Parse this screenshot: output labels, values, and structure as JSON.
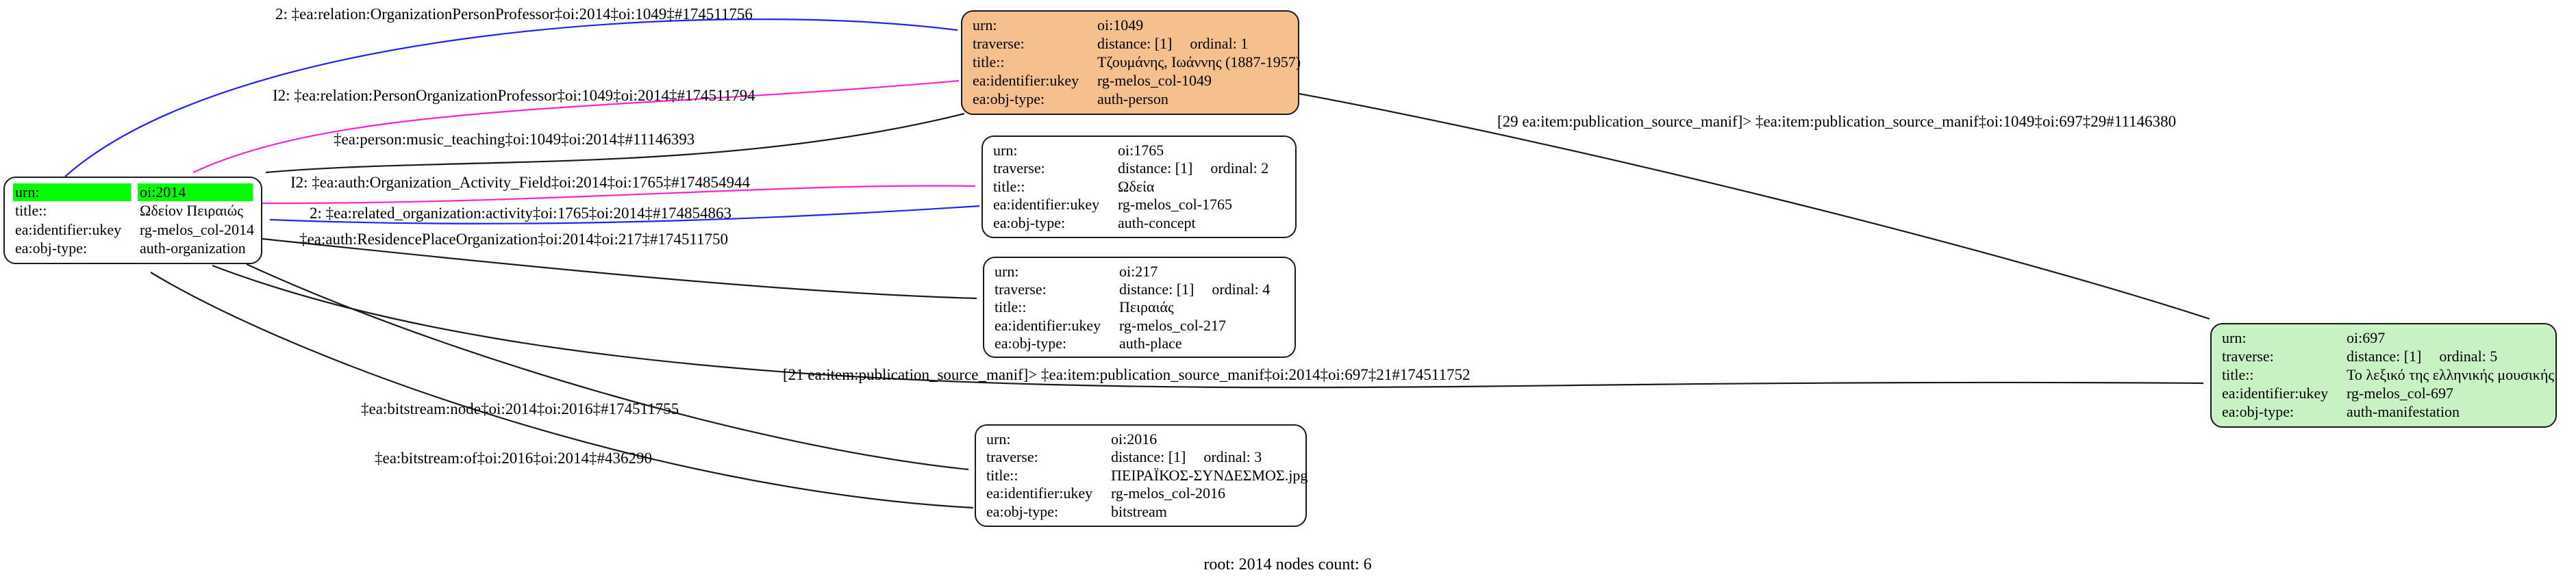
{
  "caption": "root: 2014 nodes count: 6",
  "colors": {
    "root_urn_highlight": "#00ff00",
    "person_node_fill": "#f6bf8e",
    "manifestation_node_fill": "#c9f2c4",
    "default_node_fill": "#ffffff",
    "edge_black": "#1a1a1a",
    "edge_blue": "#2222ff",
    "edge_magenta": "#ff22cc"
  },
  "nodes": {
    "oi2014": {
      "rows": [
        {
          "key": "urn:",
          "value": "oi:2014"
        },
        {
          "key": "title::",
          "value": "Ωδείον Πειραιώς"
        },
        {
          "key": "ea:identifier:ukey",
          "value": "rg-melos_col-2014"
        },
        {
          "key": "ea:obj-type:",
          "value": "auth-organization"
        }
      ]
    },
    "oi1049": {
      "rows": [
        {
          "key": "urn:",
          "value": "oi:1049"
        },
        {
          "key": "traverse:",
          "value": "distance: [1]",
          "value2": "ordinal: 1"
        },
        {
          "key": "title::",
          "value": "Τζουμάνης, Ιωάννης (1887-1957)"
        },
        {
          "key": "ea:identifier:ukey",
          "value": "rg-melos_col-1049"
        },
        {
          "key": "ea:obj-type:",
          "value": "auth-person"
        }
      ]
    },
    "oi1765": {
      "rows": [
        {
          "key": "urn:",
          "value": "oi:1765"
        },
        {
          "key": "traverse:",
          "value": "distance: [1]",
          "value2": "ordinal: 2"
        },
        {
          "key": "title::",
          "value": "Ωδεία"
        },
        {
          "key": "ea:identifier:ukey",
          "value": "rg-melos_col-1765"
        },
        {
          "key": "ea:obj-type:",
          "value": "auth-concept"
        }
      ]
    },
    "oi217": {
      "rows": [
        {
          "key": "urn:",
          "value": "oi:217"
        },
        {
          "key": "traverse:",
          "value": "distance: [1]",
          "value2": "ordinal: 4"
        },
        {
          "key": "title::",
          "value": "Πειραιάς"
        },
        {
          "key": "ea:identifier:ukey",
          "value": "rg-melos_col-217"
        },
        {
          "key": "ea:obj-type:",
          "value": "auth-place"
        }
      ]
    },
    "oi2016": {
      "rows": [
        {
          "key": "urn:",
          "value": "oi:2016"
        },
        {
          "key": "traverse:",
          "value": "distance: [1]",
          "value2": "ordinal: 3"
        },
        {
          "key": "title::",
          "value": "ΠΕΙΡΑΪΚΟΣ-ΣΥΝΔΕΣΜΟΣ.jpg"
        },
        {
          "key": "ea:identifier:ukey",
          "value": "rg-melos_col-2016"
        },
        {
          "key": "ea:obj-type:",
          "value": "bitstream"
        }
      ]
    },
    "oi697": {
      "rows": [
        {
          "key": "urn:",
          "value": "oi:697"
        },
        {
          "key": "traverse:",
          "value": "distance: [1]",
          "value2": "ordinal: 5"
        },
        {
          "key": "title::",
          "value": "Το λεξικό της ελληνικής μουσικής"
        },
        {
          "key": "ea:identifier:ukey",
          "value": "rg-melos_col-697"
        },
        {
          "key": "ea:obj-type:",
          "value": "auth-manifestation"
        }
      ]
    }
  },
  "edges": [
    {
      "label": "2: ‡ea:relation:OrganizationPersonProfessor‡oi:2014‡oi:1049‡#174511756",
      "from": "oi:2014",
      "to": "oi:1049",
      "color": "#2222ff"
    },
    {
      "label": "I2: ‡ea:relation:PersonOrganizationProfessor‡oi:1049‡oi:2014‡#174511794",
      "from": "oi:1049",
      "to": "oi:2014",
      "color": "#ff22cc"
    },
    {
      "label": "‡ea:person:music_teaching‡oi:1049‡oi:2014‡#11146393",
      "from": "oi:1049",
      "to": "oi:2014",
      "color": "#1a1a1a"
    },
    {
      "label": "I2: ‡ea:auth:Organization_Activity_Field‡oi:2014‡oi:1765‡#174854944",
      "from": "oi:2014",
      "to": "oi:1765",
      "color": "#ff22cc"
    },
    {
      "label": "2: ‡ea:related_organization:activity‡oi:1765‡oi:2014‡#174854863",
      "from": "oi:1765",
      "to": "oi:2014",
      "color": "#2222ff"
    },
    {
      "label": "‡ea:auth:ResidencePlaceOrganization‡oi:2014‡oi:217‡#174511750",
      "from": "oi:2014",
      "to": "oi:217",
      "color": "#1a1a1a"
    },
    {
      "label": "[21 ea:item:publication_source_manif]> ‡ea:item:publication_source_manif‡oi:2014‡oi:697‡21#174511752",
      "from": "oi:2014",
      "to": "oi:697",
      "color": "#1a1a1a"
    },
    {
      "label": "[29 ea:item:publication_source_manif]> ‡ea:item:publication_source_manif‡oi:1049‡oi:697‡29#11146380",
      "from": "oi:1049",
      "to": "oi:697",
      "color": "#1a1a1a"
    },
    {
      "label": "‡ea:bitstream:node‡oi:2014‡oi:2016‡#174511755",
      "from": "oi:2014",
      "to": "oi:2016",
      "color": "#1a1a1a"
    },
    {
      "label": "‡ea:bitstream:of‡oi:2016‡oi:2014‡#436290",
      "from": "oi:2016",
      "to": "oi:2014",
      "color": "#1a1a1a"
    }
  ]
}
